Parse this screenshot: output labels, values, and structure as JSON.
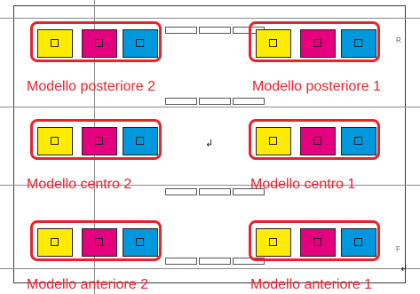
{
  "colors": {
    "yellow": "#ffeb00",
    "magenta": "#e4007f",
    "cyan": "#0098dc",
    "highlight": "#e8232d"
  },
  "side_letters": {
    "right_top": "R",
    "right_bottom": "F"
  },
  "patterns": [
    {
      "label": "Modello posteriore 2",
      "patches": [
        "yellow",
        "magenta",
        "cyan"
      ]
    },
    {
      "label": "Modello posteriore 1",
      "patches": [
        "yellow",
        "magenta",
        "cyan"
      ]
    },
    {
      "label": "Modello centro 2",
      "patches": [
        "yellow",
        "magenta",
        "cyan"
      ]
    },
    {
      "label": "Modello centro 1",
      "patches": [
        "yellow",
        "magenta",
        "cyan"
      ]
    },
    {
      "label": "Modello anteriore 2",
      "patches": [
        "yellow",
        "magenta",
        "cyan"
      ]
    },
    {
      "label": "Modello anteriore 1",
      "patches": [
        "yellow",
        "magenta",
        "cyan"
      ]
    }
  ]
}
